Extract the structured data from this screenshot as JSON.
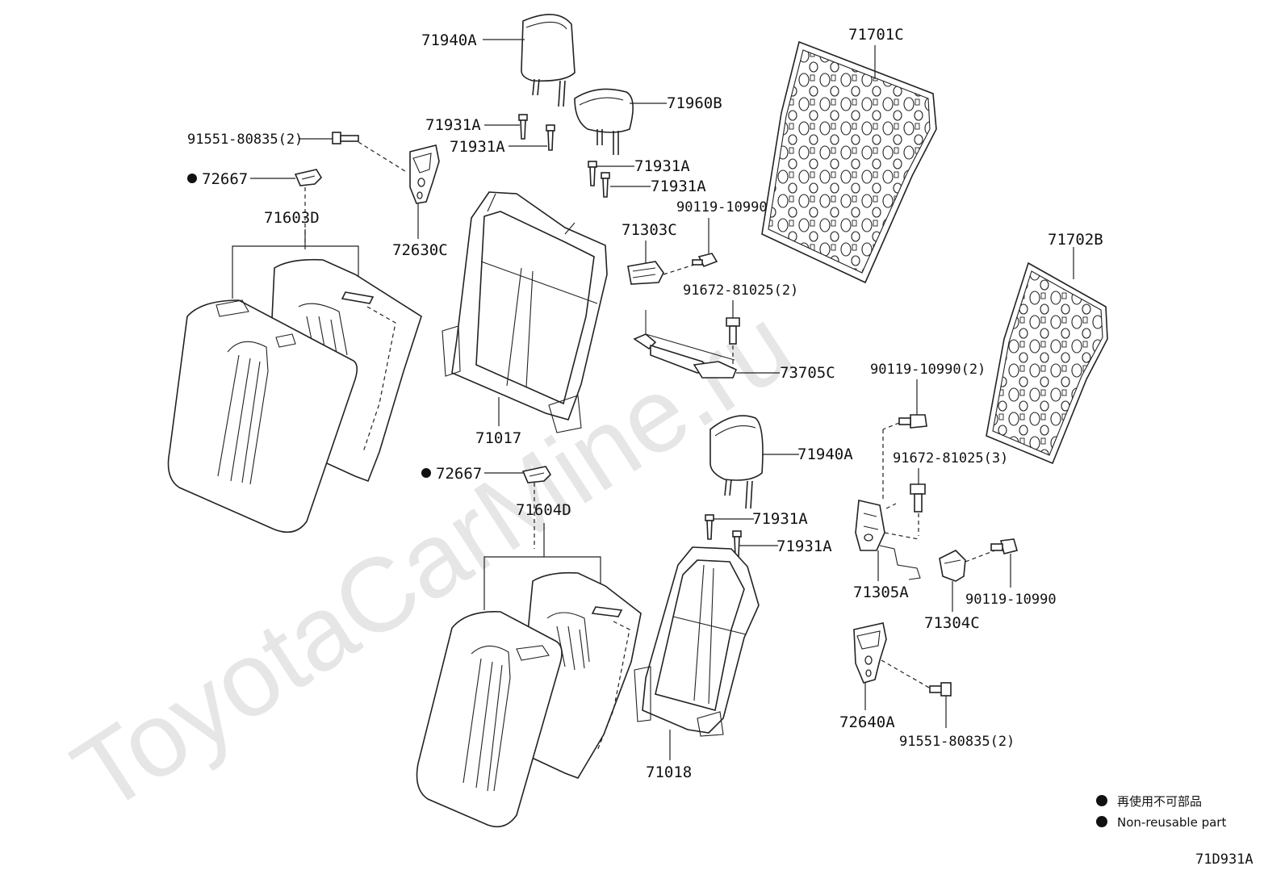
{
  "watermark": "ToyotaCarMine.ru",
  "diagram_code": "71D931A",
  "legend": {
    "items": [
      {
        "symbol": "filled-dot",
        "text": "再使用不可部品"
      },
      {
        "symbol": "filled-dot",
        "text": "Non-reusable part"
      }
    ]
  },
  "labels": {
    "p71940A_top": "71940A",
    "p71960B": "71960B",
    "p71931A_1": "71931A",
    "p71931A_2": "71931A",
    "p71931A_3": "71931A",
    "p71931A_4": "71931A",
    "p71931A_5": "71931A",
    "p71931A_6": "71931A",
    "p91551_top": "91551-80835(2)",
    "p72667_top": "72667",
    "p71603D": "71603D",
    "p72630C": "72630C",
    "p71701C": "71701C",
    "p71702B": "71702B",
    "p90119_top": "90119-10990",
    "p71303C": "71303C",
    "p91672_top": "91672-81025(2)",
    "p73705C": "73705C",
    "p71017": "71017",
    "p90119_2": "90119-10990(2)",
    "p91672_3": "91672-81025(3)",
    "p71940A_bot": "71940A",
    "p72667_bot": "72667",
    "p71604D": "71604D",
    "p71305A": "71305A",
    "p71304C": "71304C",
    "p90119_bot": "90119-10990",
    "p72640A": "72640A",
    "p91551_bot": "91551-80835(2)",
    "p71018": "71018"
  }
}
